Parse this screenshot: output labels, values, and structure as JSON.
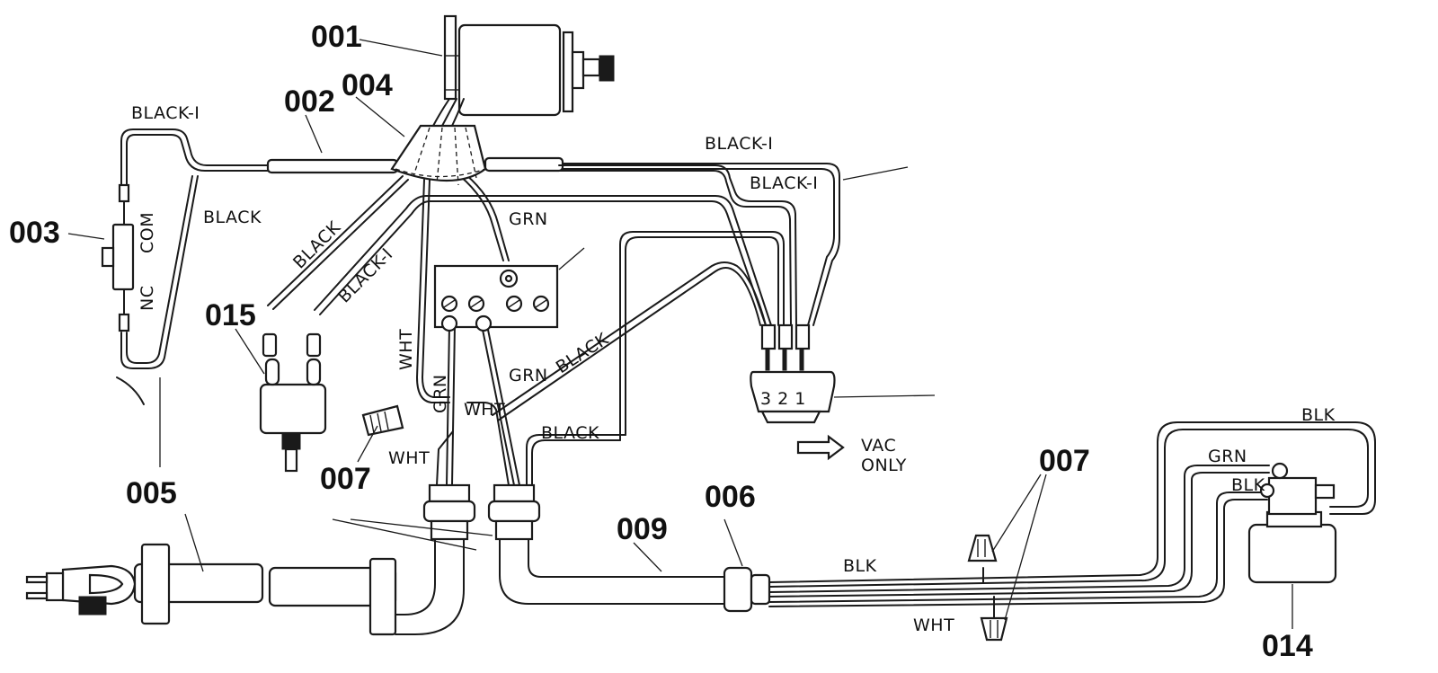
{
  "callouts": {
    "c001": "001",
    "c002": "002",
    "c003": "003",
    "c004": "004",
    "c005": "005",
    "c006": "006",
    "c007_left": "007",
    "c007_right": "007",
    "c009": "009",
    "c014": "014",
    "c015": "015"
  },
  "wire_labels": {
    "black1_top_left": "BLACK-I",
    "black1_top_right": "BLACK-I",
    "black1_second": "BLACK-I",
    "black_left_vertical": "BLACK",
    "black_diag": "BLACK",
    "black1_diag": "BLACK-I",
    "grn_top": "GRN",
    "wht_vertical": "WHT",
    "grn_vertical": "GRN",
    "grn_diag": "GRN",
    "black_long_diag": "BLACK",
    "wht_mid": "WHT",
    "black_lower": "BLACK",
    "wht_lower": "WHT",
    "blk_right_top": "BLK",
    "grn_right": "GRN",
    "blk_right_mid": "BLK",
    "blk_bottom": "BLK",
    "wht_bottom": "WHT",
    "nc": "NC",
    "com": "COM",
    "switch_terms": "3 2 1",
    "vac_only_1": "VAC",
    "vac_only_2": "ONLY"
  }
}
